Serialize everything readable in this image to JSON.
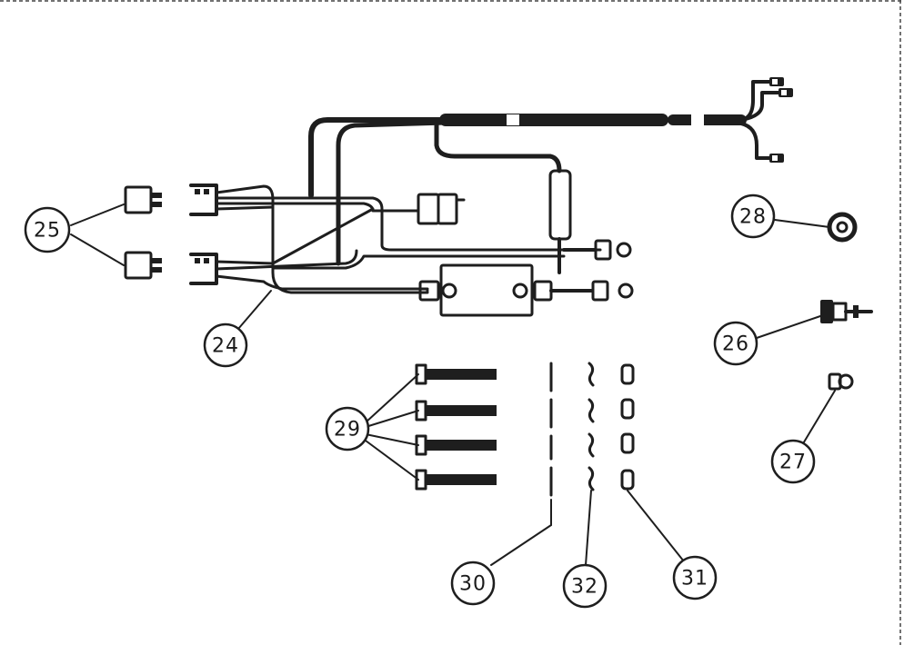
{
  "callouts": {
    "c24": "24",
    "c25": "25",
    "c26": "26",
    "c27": "27",
    "c28": "28",
    "c29": "29",
    "c30": "30",
    "c31": "31",
    "c32": "32"
  }
}
